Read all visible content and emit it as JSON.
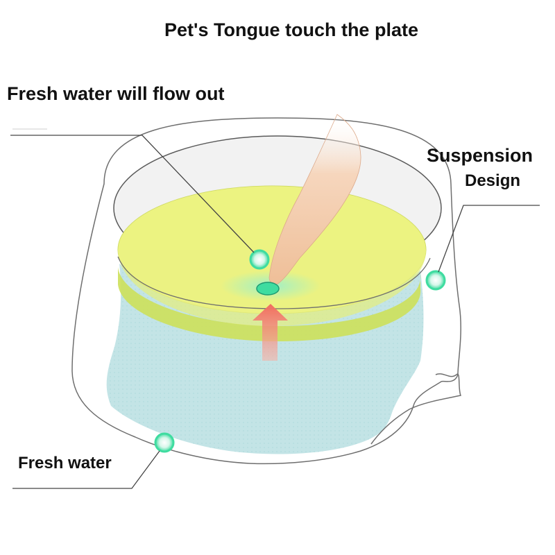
{
  "title": "Pet's Tongue touch the plate",
  "callouts": {
    "flow_out": "Fresh water will flow out",
    "suspension": "Suspension",
    "design": "Design",
    "fresh_water": "Fresh water"
  },
  "colors": {
    "plate_fill": "#e9f177",
    "plate_rim": "#cde05a",
    "water_fill": "#c3e4e6",
    "bowl_outline": "#6e6e6e",
    "marker": "#3fdca0",
    "arrow": "#f0776a",
    "finger": "#f2c9a6"
  }
}
